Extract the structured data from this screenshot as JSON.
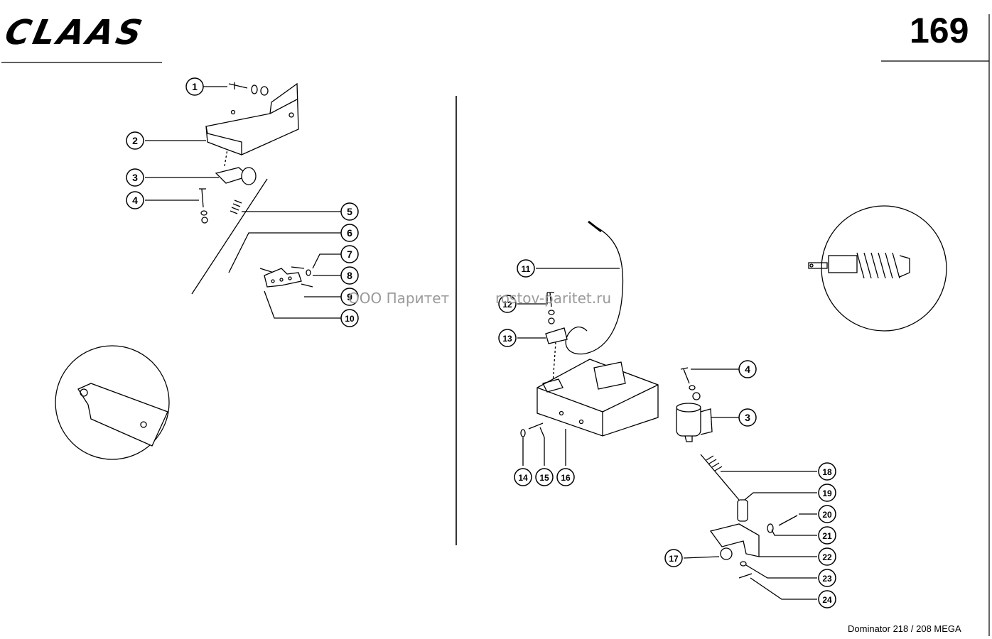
{
  "header": {
    "logo": "CLAAS",
    "page_number": "169"
  },
  "footer": {
    "model": "Dominator 218 / 208 MEGA"
  },
  "watermark": {
    "company": "ООО Паритет",
    "site": "rostov-paritet.ru"
  },
  "callouts": [
    "1",
    "2",
    "3",
    "4",
    "5",
    "6",
    "7",
    "8",
    "9",
    "10",
    "11",
    "12",
    "13",
    "4",
    "3",
    "14",
    "15",
    "16",
    "18",
    "19",
    "20",
    "21",
    "22",
    "17",
    "23",
    "24"
  ]
}
